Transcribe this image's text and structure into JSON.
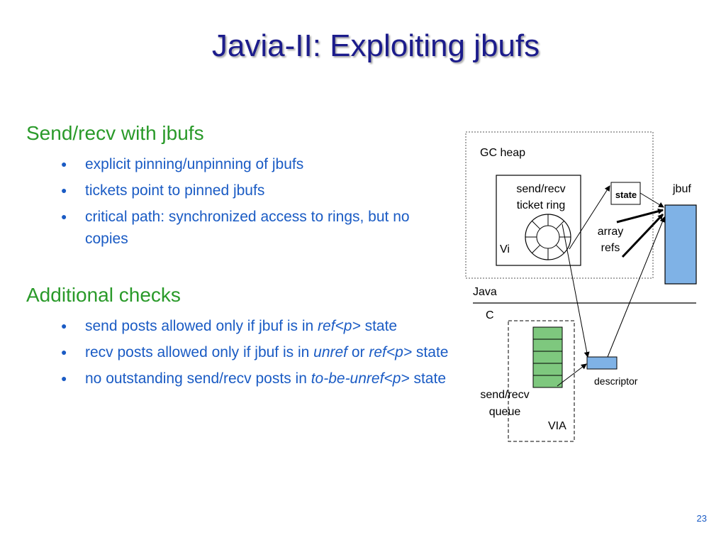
{
  "slide": {
    "title": "Javia-II: Exploiting jbufs",
    "page_number": "23"
  },
  "sections": [
    {
      "heading": "Send/recv with jbufs",
      "bullets": [
        {
          "parts": [
            {
              "text": "explicit pinning/unpinning of jbufs"
            }
          ]
        },
        {
          "parts": [
            {
              "text": "tickets point to pinned jbufs"
            }
          ]
        },
        {
          "parts": [
            {
              "text": "critical path: synchronized access to rings, but no copies"
            }
          ]
        }
      ]
    },
    {
      "heading": "Additional checks",
      "bullets": [
        {
          "parts": [
            {
              "text": "send posts allowed only if jbuf is in "
            },
            {
              "text": "ref<p>",
              "italic": true
            },
            {
              "text": " state"
            }
          ]
        },
        {
          "parts": [
            {
              "text": "recv posts allowed only if jbuf is in "
            },
            {
              "text": "unref",
              "italic": true
            },
            {
              "text": " or "
            },
            {
              "text": "ref<p>",
              "italic": true
            },
            {
              "text": " state"
            }
          ]
        },
        {
          "parts": [
            {
              "text": "no outstanding send/recv posts in "
            },
            {
              "text": "to-be-unref<p>",
              "italic": true
            },
            {
              "text": " state"
            }
          ]
        }
      ]
    }
  ],
  "diagram": {
    "gc_heap_label": "GC heap",
    "ticket_ring_line1": "send/recv",
    "ticket_ring_line2": "ticket ring",
    "vi_label": "Vi",
    "state_label": "state",
    "jbuf_label": "jbuf",
    "array_refs_line1": "array",
    "array_refs_line2": "refs",
    "java_label": "Java",
    "c_label": "C",
    "descriptor_label": "descriptor",
    "queue_line1": "send/recv",
    "queue_line2": "queue",
    "via_label": "VIA",
    "colors": {
      "jbuf_fill": "#7fb2e6",
      "descriptor_fill": "#7fb2e6",
      "queue_fill": "#7ec87e"
    }
  }
}
